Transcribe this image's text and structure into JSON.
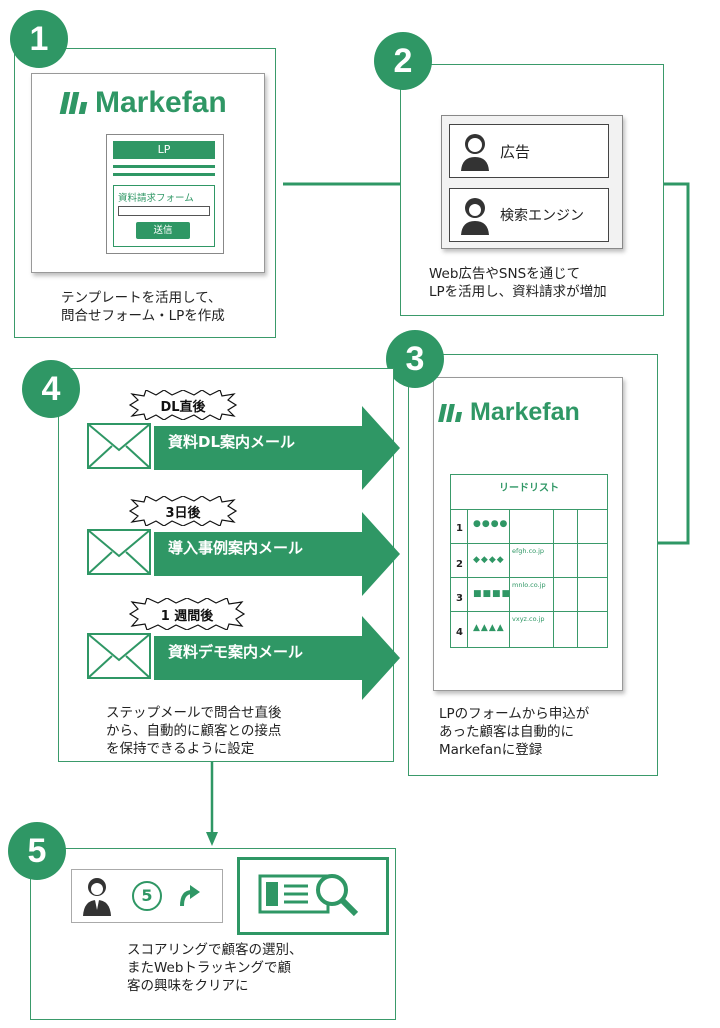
{
  "steps": [
    {
      "number": "1",
      "caption_line1": "テンプレートを活用して、",
      "caption_line2": "問合せフォーム・LPを作成"
    },
    {
      "number": "2",
      "caption_line1": "Web広告やSNSを通じて",
      "caption_line2": "LPを活用し、資料請求が増加"
    },
    {
      "number": "3",
      "caption_line1": "LPのフォームから申込が",
      "caption_line2": "あった顧客は自動的に",
      "caption_line3": "Markefanに登録"
    },
    {
      "number": "4",
      "caption_line1": "ステップメールで問合せ直後",
      "caption_line2": "から、自動的に顧客との接点",
      "caption_line3": "を保持できるように設定"
    },
    {
      "number": "5",
      "caption_line1": "スコアリングで顧客の選別、",
      "caption_line2": "またWebトラッキングで顧",
      "caption_line3": "客の興味をクリアに"
    }
  ],
  "brand": {
    "name": "Markefan",
    "color": "#2f9765"
  },
  "lp_mock": {
    "header": "LP",
    "form_title": "資料請求フォーム",
    "submit_button": "送信"
  },
  "ads": {
    "item1": "広告",
    "item2": "検索エンジン"
  },
  "lead_list": {
    "title": "リードリスト",
    "rows": [
      {
        "num": "1",
        "mask": "●●●●",
        "domain": ""
      },
      {
        "num": "2",
        "mask": "◆◆◆◆",
        "domain": "efgh.co.jp"
      },
      {
        "num": "3",
        "mask": "■■■■",
        "domain": "mnlo.co.jp"
      },
      {
        "num": "4",
        "mask": "▲▲▲▲",
        "domain": "vxyz.co.jp"
      }
    ]
  },
  "step_mails": [
    {
      "timing": "DL直後",
      "label": "資料DL案内メール"
    },
    {
      "timing": "3日後",
      "label": "導入事例案内メール"
    },
    {
      "timing": "1 週間後",
      "label": "資料デモ案内メール"
    }
  ],
  "scoring": {
    "score": "5"
  },
  "icons": [
    "person-icon",
    "envelope-icon",
    "score-circle-icon",
    "up-arrow-icon",
    "magnifier-card-icon"
  ]
}
